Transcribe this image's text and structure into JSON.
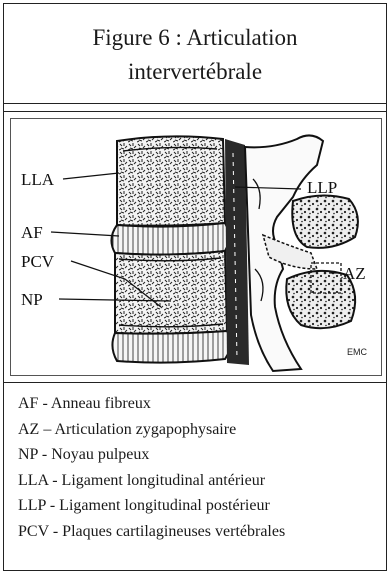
{
  "title": {
    "line1": "Figure 6 : Articulation",
    "line2": "intervertébrale"
  },
  "figure": {
    "labels": {
      "lla": "LLA",
      "af": "AF",
      "pcv": "PCV",
      "np": "NP",
      "llp": "LLP",
      "az": "AZ"
    },
    "credit": "EMC"
  },
  "legend": [
    "AF - Anneau fibreux",
    "AZ – Articulation zygapophysaire",
    "NP - Noyau pulpeux",
    "LLA - Ligament longitudinal antérieur",
    "LLP - Ligament longitudinal postérieur",
    "PCV - Plaques cartilagineuses vertébrales"
  ]
}
